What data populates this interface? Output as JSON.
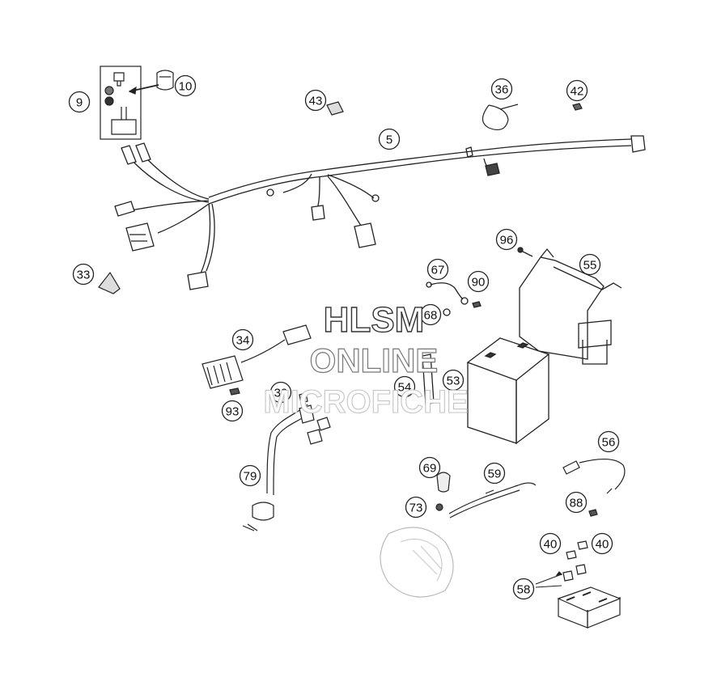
{
  "callouts": [
    {
      "id": "c5",
      "label": "5"
    },
    {
      "id": "c9",
      "label": "9"
    },
    {
      "id": "c10",
      "label": "10"
    },
    {
      "id": "c33",
      "label": "33"
    },
    {
      "id": "c34",
      "label": "34"
    },
    {
      "id": "c36",
      "label": "36"
    },
    {
      "id": "c39",
      "label": "39"
    },
    {
      "id": "c40a",
      "label": "40"
    },
    {
      "id": "c40b",
      "label": "40"
    },
    {
      "id": "c42",
      "label": "42"
    },
    {
      "id": "c43",
      "label": "43"
    },
    {
      "id": "c53",
      "label": "53"
    },
    {
      "id": "c54",
      "label": "54"
    },
    {
      "id": "c55",
      "label": "55"
    },
    {
      "id": "c56",
      "label": "56"
    },
    {
      "id": "c58",
      "label": "58"
    },
    {
      "id": "c59",
      "label": "59"
    },
    {
      "id": "c67",
      "label": "67"
    },
    {
      "id": "c68",
      "label": "68"
    },
    {
      "id": "c69",
      "label": "69"
    },
    {
      "id": "c73",
      "label": "73"
    },
    {
      "id": "c79",
      "label": "79"
    },
    {
      "id": "c88",
      "label": "88"
    },
    {
      "id": "c90",
      "label": "90"
    },
    {
      "id": "c93",
      "label": "93"
    },
    {
      "id": "c96",
      "label": "96"
    }
  ],
  "watermark": {
    "line1": "HLSM",
    "line2": "ONLINE",
    "line3": "MICROFICHE"
  }
}
